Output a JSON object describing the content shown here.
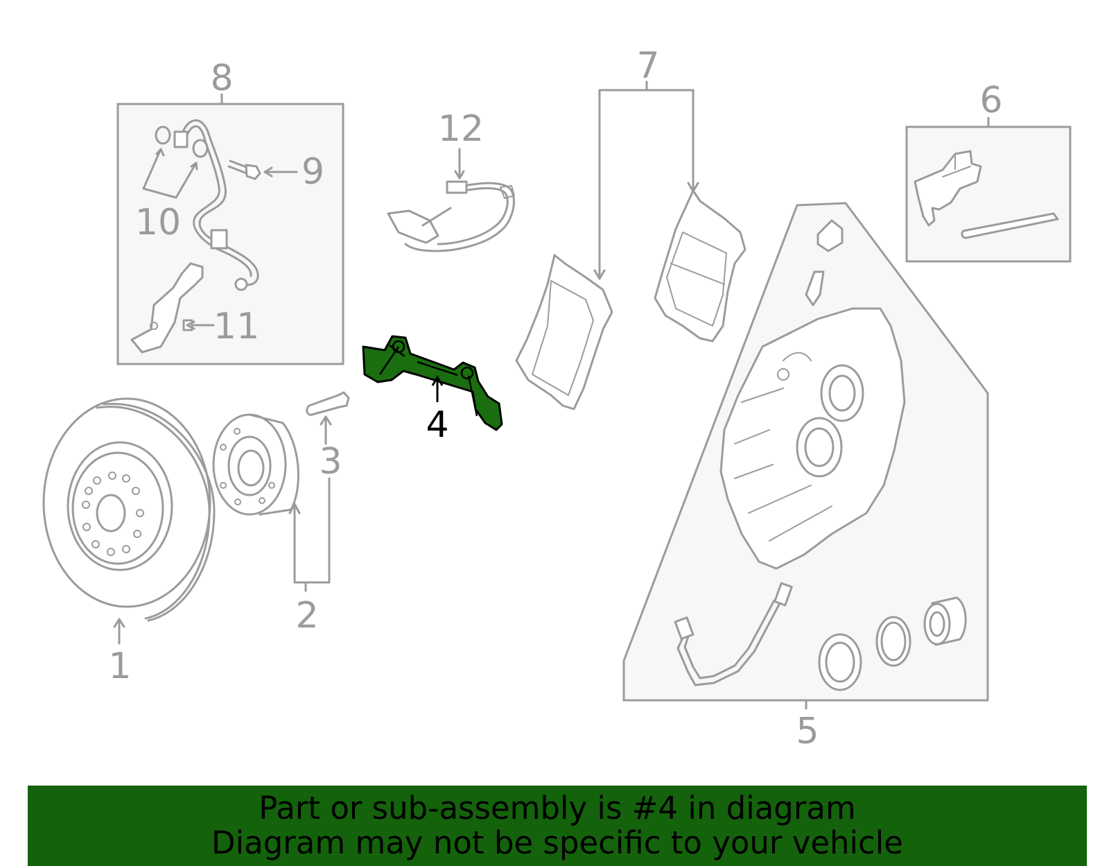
{
  "callouts": {
    "c1": "1",
    "c2": "2",
    "c3": "3",
    "c4": "4",
    "c5": "5",
    "c6": "6",
    "c7": "7",
    "c8": "8",
    "c9": "9",
    "c10": "10",
    "c11": "11",
    "c12": "12"
  },
  "highlight": {
    "part_number": "4",
    "color": "#1a6e10"
  },
  "banner": {
    "line1": "Part or sub-assembly is #4 in diagram",
    "line2": "Diagram may not be specific to your vehicle",
    "background": "#14620c"
  }
}
